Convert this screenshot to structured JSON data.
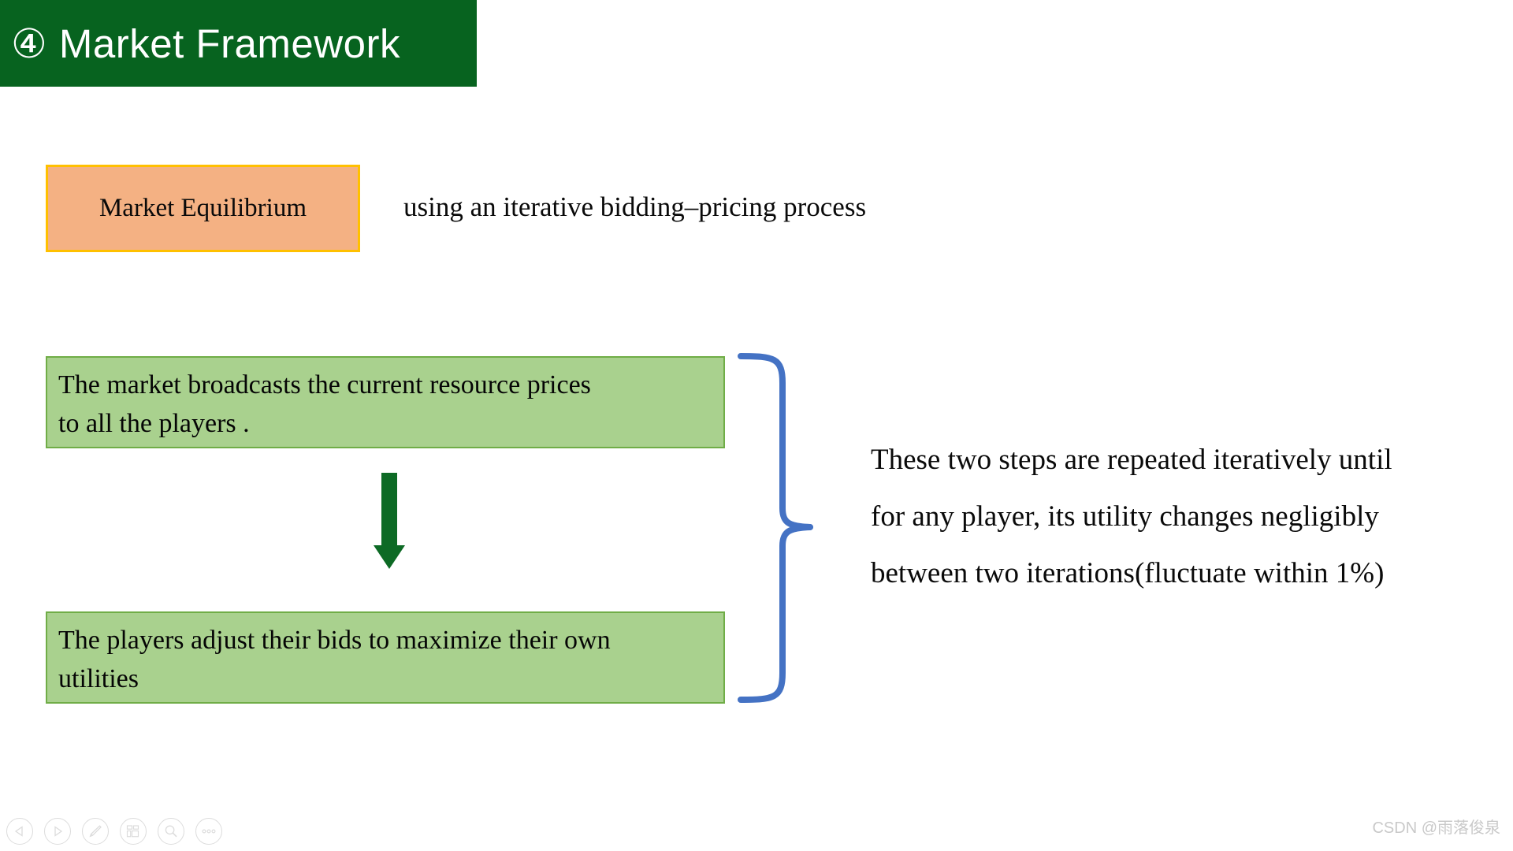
{
  "slide": {
    "title": "④ Market Framework",
    "banner_color": "#07631F",
    "background_color": "#FFFFFF"
  },
  "equilibrium": {
    "label": "Market Equilibrium",
    "fill_color": "#F4B183",
    "border_color": "#FFC000"
  },
  "caption": {
    "text": "using an iterative bidding–pricing process"
  },
  "steps": {
    "fill_color": "#A9D18E",
    "border_color": "#70AD47",
    "items": [
      {
        "line1": "The market broadcasts the current resource prices",
        "line2": "to all the players ."
      },
      {
        "line1": "The players adjust their bids to maximize their own",
        "line2": "utilities"
      }
    ]
  },
  "arrow": {
    "icon": "down-arrow-icon",
    "color": "#0D6A25"
  },
  "brace": {
    "icon": "right-curly-brace-icon",
    "color": "#4472C4"
  },
  "explanation": {
    "lines": [
      "These two steps are repeated iteratively until",
      "for any player, its utility changes negligibly",
      "between two iterations(fluctuate within 1%)"
    ]
  },
  "toolbar": {
    "buttons": [
      {
        "name": "previous-slide-button",
        "icon": "triangle-left-icon"
      },
      {
        "name": "next-slide-button",
        "icon": "triangle-right-icon"
      },
      {
        "name": "pen-tool-button",
        "icon": "pen-icon"
      },
      {
        "name": "slide-overview-button",
        "icon": "grid-slides-icon"
      },
      {
        "name": "zoom-button",
        "icon": "magnifier-icon"
      },
      {
        "name": "more-options-button",
        "icon": "ellipsis-icon"
      }
    ]
  },
  "watermark": {
    "text": "CSDN @雨落俊泉"
  }
}
